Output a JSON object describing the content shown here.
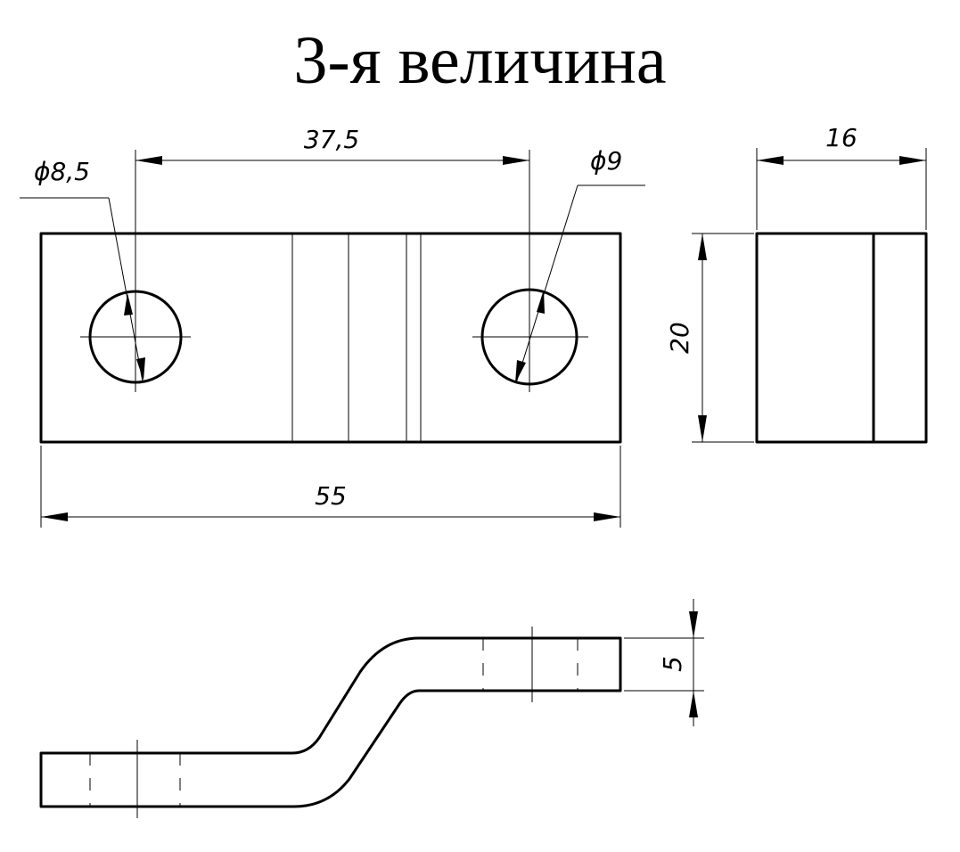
{
  "title": "3-я величина",
  "dimensions": {
    "hole_spacing": "37,5",
    "left_hole_diameter": "ϕ8,5",
    "right_hole_diameter": "ϕ9",
    "total_length": "55",
    "width": "16",
    "height": "20",
    "thickness": "5"
  }
}
